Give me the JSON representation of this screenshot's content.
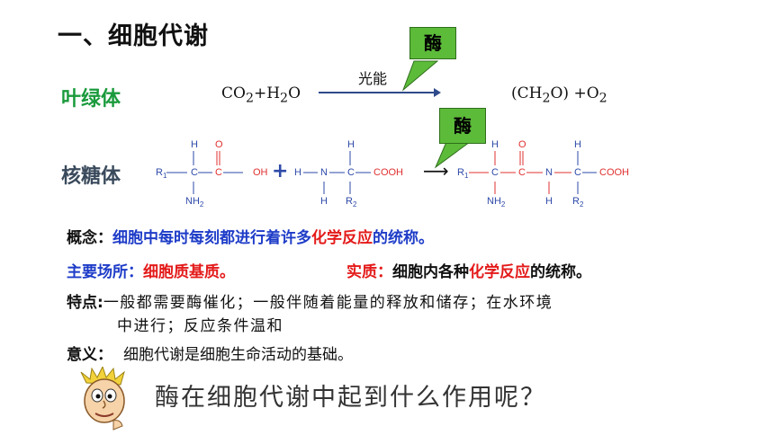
{
  "title": "一、细胞代谢",
  "photosynthesis": {
    "organelle": "叶绿体",
    "reactants_html": "CO<sub>2</sub>+H<sub>2</sub>O",
    "arrow_label": "光能",
    "enzyme": "酶",
    "products_html": "(CH<sub>2</sub>O) +O<sub>2</sub>"
  },
  "ribosome": {
    "organelle": "核糖体",
    "enzyme": "酶",
    "plus": "+",
    "arrow": "⟶",
    "aa1": {
      "H": "H",
      "O": "O",
      "R": "R",
      "R_sub": "1",
      "C1": "C",
      "C2": "C",
      "OH": "OH",
      "N": "NH",
      "N_sub": "2"
    },
    "aa2": {
      "H_top": "H",
      "H_left": "H",
      "N": "N",
      "C": "C",
      "COOH": "COOH",
      "H_bottom": "H",
      "R": "R",
      "R_sub": "2"
    },
    "dipeptide": {
      "R": "R",
      "R_sub": "1",
      "C1": "C",
      "C2": "C",
      "N": "N",
      "C3": "C",
      "COOH": "COOH",
      "H1": "H",
      "O": "O",
      "H2": "H",
      "NH2": "NH",
      "NH2_sub": "2",
      "H3": "H",
      "R2": "R",
      "R2_sub": "2"
    }
  },
  "concept": {
    "label": "概念：",
    "text_before": "细胞中每时每刻都进行着许多",
    "highlight": "化学反应",
    "text_after": "的统称。"
  },
  "site": {
    "label": "主要场所：",
    "value": "细胞质基质。"
  },
  "essence": {
    "label": "实质：",
    "text_before": "细胞内各种",
    "highlight": "化学反应",
    "text_after": "的统称。"
  },
  "features": {
    "label": "特点:",
    "line1": "一般都需要酶催化；一般伴随着能量的释放和储存；在水环境",
    "line2": "中进行；反应条件温和"
  },
  "significance": {
    "label": "意义：",
    "text": "细胞代谢是细胞生命活动的基础。"
  },
  "question": "酶在细胞代谢中起到什么作用呢？",
  "colors": {
    "green": "#1a9a3c",
    "blue": "#1e3cc8",
    "red": "#e41a1a",
    "bubble": "#5dbb3a",
    "chem_blue": "#2e4aa8",
    "chem_red": "#e03030"
  }
}
